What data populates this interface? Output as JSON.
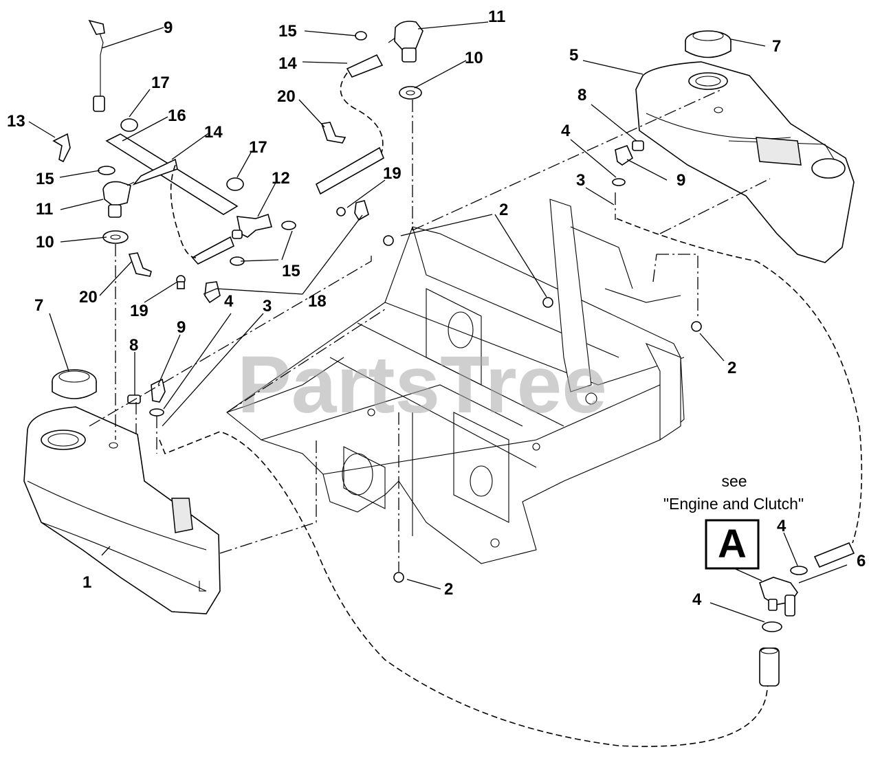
{
  "watermark": "PartsTree",
  "reference": {
    "line1": "see",
    "line2": "\"Engine and Clutch\"",
    "box_letter": "A"
  },
  "callouts": [
    {
      "id": "c1",
      "label": "1"
    },
    {
      "id": "c2a",
      "label": "2"
    },
    {
      "id": "c2b",
      "label": "2"
    },
    {
      "id": "c2c",
      "label": "2"
    },
    {
      "id": "c3a",
      "label": "3"
    },
    {
      "id": "c3b",
      "label": "3"
    },
    {
      "id": "c4a",
      "label": "4"
    },
    {
      "id": "c4b",
      "label": "4"
    },
    {
      "id": "c4c",
      "label": "4"
    },
    {
      "id": "c4d",
      "label": "4"
    },
    {
      "id": "c5",
      "label": "5"
    },
    {
      "id": "c6",
      "label": "6"
    },
    {
      "id": "c7a",
      "label": "7"
    },
    {
      "id": "c7b",
      "label": "7"
    },
    {
      "id": "c8a",
      "label": "8"
    },
    {
      "id": "c8b",
      "label": "8"
    },
    {
      "id": "c9a",
      "label": "9"
    },
    {
      "id": "c9b",
      "label": "9"
    },
    {
      "id": "c9c",
      "label": "9"
    },
    {
      "id": "c10a",
      "label": "10"
    },
    {
      "id": "c10b",
      "label": "10"
    },
    {
      "id": "c11a",
      "label": "11"
    },
    {
      "id": "c11b",
      "label": "11"
    },
    {
      "id": "c12",
      "label": "12"
    },
    {
      "id": "c13",
      "label": "13"
    },
    {
      "id": "c14a",
      "label": "14"
    },
    {
      "id": "c14b",
      "label": "14"
    },
    {
      "id": "c15a",
      "label": "15"
    },
    {
      "id": "c15b",
      "label": "15"
    },
    {
      "id": "c15c",
      "label": "15"
    },
    {
      "id": "c16",
      "label": "16"
    },
    {
      "id": "c17a",
      "label": "17"
    },
    {
      "id": "c17b",
      "label": "17"
    },
    {
      "id": "c18",
      "label": "18"
    },
    {
      "id": "c19a",
      "label": "19"
    },
    {
      "id": "c19b",
      "label": "19"
    },
    {
      "id": "c20a",
      "label": "20"
    },
    {
      "id": "c20b",
      "label": "20"
    }
  ]
}
